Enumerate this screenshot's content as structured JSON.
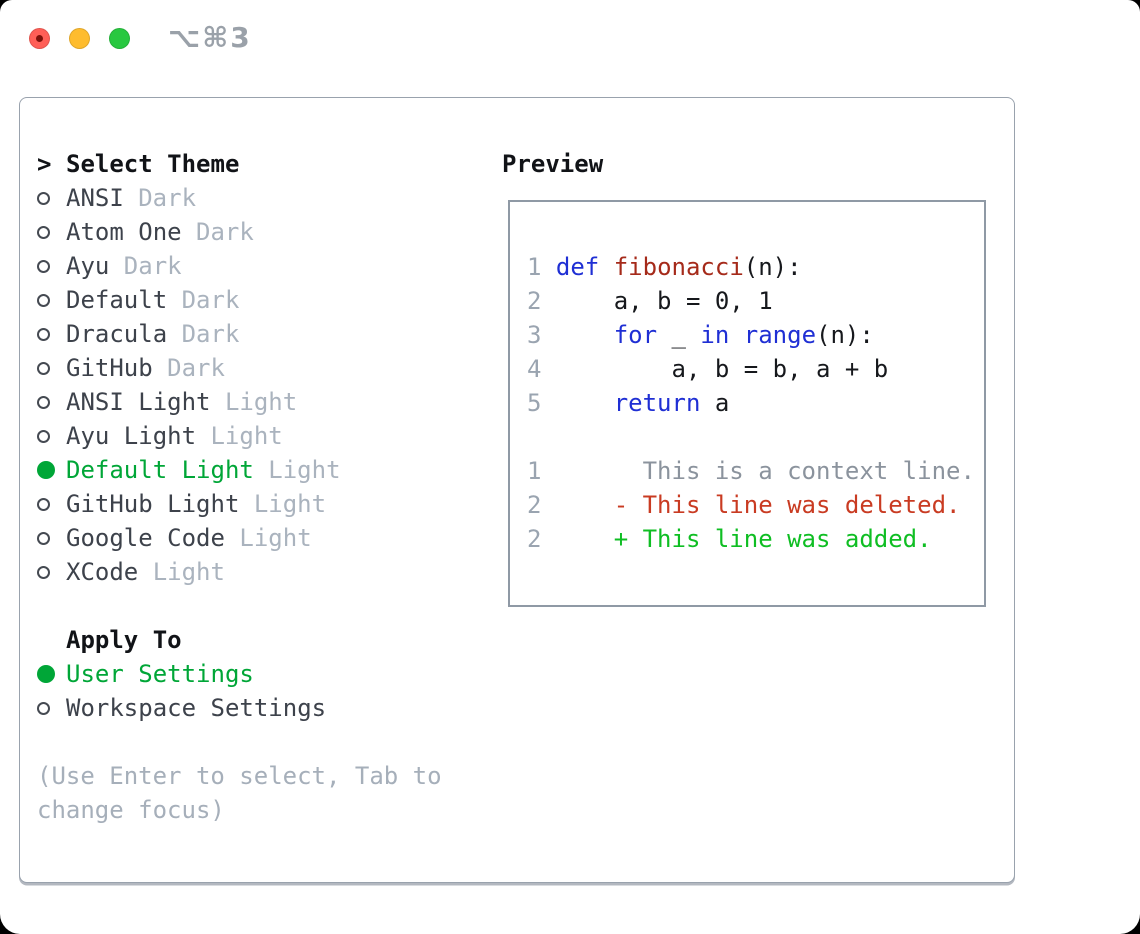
{
  "titlebar": {
    "shortcut": "⌥⌘3"
  },
  "theme_panel": {
    "prompt": ">",
    "title": "Select Theme",
    "themes": [
      {
        "name": "ANSI",
        "tag": "Dark",
        "selected": false
      },
      {
        "name": "Atom One",
        "tag": "Dark",
        "selected": false
      },
      {
        "name": "Ayu",
        "tag": "Dark",
        "selected": false
      },
      {
        "name": "Default",
        "tag": "Dark",
        "selected": false
      },
      {
        "name": "Dracula",
        "tag": "Dark",
        "selected": false
      },
      {
        "name": "GitHub",
        "tag": "Dark",
        "selected": false
      },
      {
        "name": "ANSI Light",
        "tag": "Light",
        "selected": false
      },
      {
        "name": "Ayu Light",
        "tag": "Light",
        "selected": false
      },
      {
        "name": "Default Light",
        "tag": "Light",
        "selected": true
      },
      {
        "name": "GitHub Light",
        "tag": "Light",
        "selected": false
      },
      {
        "name": "Google Code",
        "tag": "Light",
        "selected": false
      },
      {
        "name": "XCode",
        "tag": "Light",
        "selected": false
      }
    ],
    "apply_to": {
      "title": "Apply To",
      "options": [
        {
          "name": "User Settings",
          "selected": true
        },
        {
          "name": "Workspace Settings",
          "selected": false
        }
      ]
    },
    "hint": "(Use Enter to select, Tab to change focus)"
  },
  "preview": {
    "title": "Preview",
    "code_lines": [
      {
        "num": "1",
        "segments": [
          {
            "t": " ",
            "c": "plain"
          },
          {
            "t": "def",
            "c": "keyword"
          },
          {
            "t": " ",
            "c": "plain"
          },
          {
            "t": "fibonacci",
            "c": "function"
          },
          {
            "t": "(n):",
            "c": "plain"
          }
        ]
      },
      {
        "num": "2",
        "segments": [
          {
            "t": "     a, b = 0, 1",
            "c": "plain"
          }
        ]
      },
      {
        "num": "3",
        "segments": [
          {
            "t": "     ",
            "c": "plain"
          },
          {
            "t": "for",
            "c": "keyword"
          },
          {
            "t": " _ ",
            "c": "plain"
          },
          {
            "t": "in",
            "c": "keyword"
          },
          {
            "t": " ",
            "c": "plain"
          },
          {
            "t": "range",
            "c": "keyword"
          },
          {
            "t": "(n):",
            "c": "plain"
          }
        ]
      },
      {
        "num": "4",
        "segments": [
          {
            "t": "         a, b = b, a + b",
            "c": "plain"
          }
        ]
      },
      {
        "num": "5",
        "segments": [
          {
            "t": "     ",
            "c": "plain"
          },
          {
            "t": "return",
            "c": "keyword"
          },
          {
            "t": " a",
            "c": "plain"
          }
        ]
      }
    ],
    "diff_lines": [
      {
        "num": "1",
        "segments": [
          {
            "t": "       This is a context line.",
            "c": "context"
          }
        ]
      },
      {
        "num": "2",
        "segments": [
          {
            "t": "     - This line was deleted.",
            "c": "deleted"
          }
        ]
      },
      {
        "num": "2",
        "segments": [
          {
            "t": "     + This line was added.",
            "c": "added"
          }
        ]
      }
    ]
  },
  "colors": {
    "text_primary": "#111317",
    "item_text": "#3d424b",
    "ring": "#454a52",
    "muted": "#aab3be",
    "hint": "#a6afba",
    "selected_green": "#00a637",
    "added_green": "#0fbe23",
    "deleted_red": "#c93b22",
    "keyword_blue": "#1f2fd4",
    "function_red": "#a52a1a",
    "line_number": "#9aa4b0",
    "context_gray": "#8b939d",
    "code_text": "#16181c",
    "border_gray": "#99a2ad",
    "preview_border": "#8f99a5",
    "traffic_red": "#ff5f57",
    "traffic_red_dot": "#7e120b",
    "traffic_yellow": "#febc2e",
    "traffic_green": "#28c840",
    "shortcut_gray": "#9aa1a9"
  }
}
